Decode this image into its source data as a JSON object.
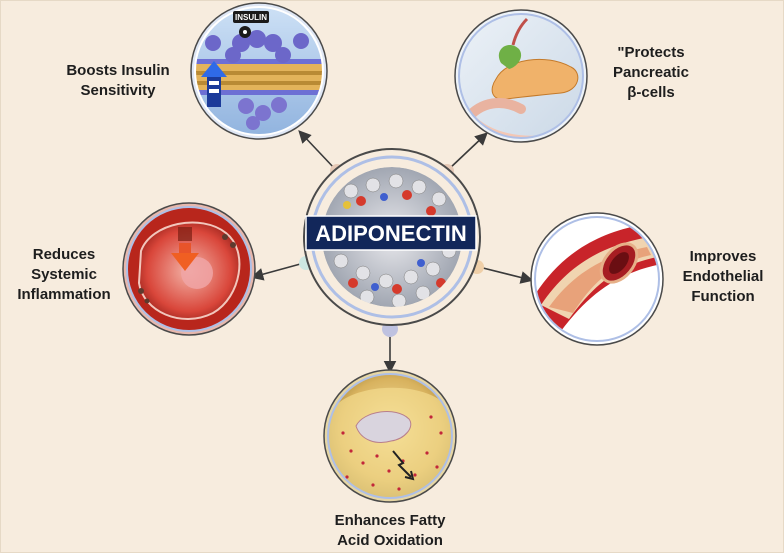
{
  "center": {
    "label": "ADIPONECTIN"
  },
  "benefits": {
    "insulin": {
      "label": "Boosts Insulin\nSensitivity",
      "image_text": "INSULIN",
      "image_icon": "insulin-receptor-membrane-icon"
    },
    "pancreas": {
      "label": "\"Protects\nPancreatic\nβ-cells",
      "image_icon": "pancreas-organ-icon"
    },
    "inflammation": {
      "label": "Reduces\nSystemic\nInflammation",
      "image_icon": "inflamed-cell-icon"
    },
    "endothelial": {
      "label": "Improves\nEndothelial\nFunction",
      "image_icon": "blood-vessel-cross-section-icon"
    },
    "fatty_acid": {
      "label": "Enhances Fatty\nAcid Oxidation",
      "image_icon": "liver-fat-cell-icon"
    }
  },
  "colors": {
    "background": "#f7ecde",
    "title_box": "#12275a",
    "ring": "#aebfe6",
    "arrow": "#3a3a3a",
    "label_text": "#1e1e1e"
  }
}
